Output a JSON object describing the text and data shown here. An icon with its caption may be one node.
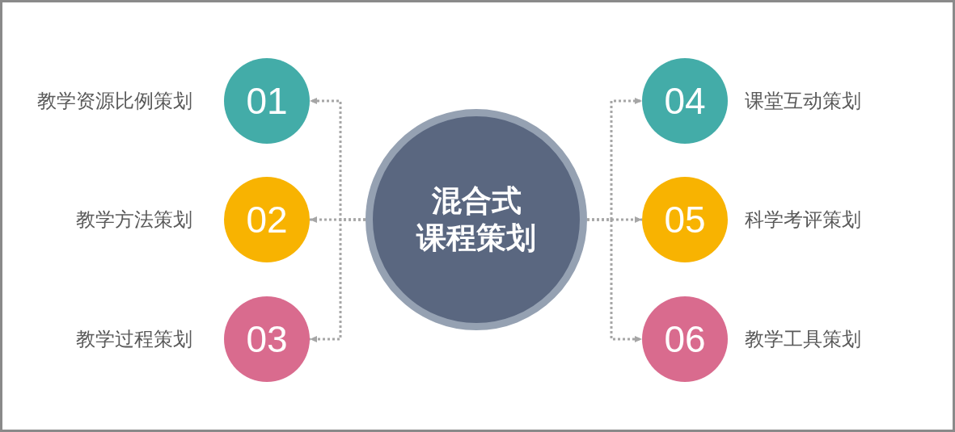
{
  "diagram": {
    "nodes": [
      {
        "text": [
          "混合式课程策划"
        ]
      },
      {
        "text": [
          "01"
        ],
        "beside": [
          "教学资源比例策划"
        ]
      },
      {
        "text": [
          "02"
        ],
        "beside": [
          "教学方法策划"
        ]
      },
      {
        "text": [
          "03"
        ],
        "beside": [
          "教学过程策划"
        ]
      },
      {
        "text": [
          "04"
        ],
        "beside": [
          "课堂互动策划"
        ]
      },
      {
        "text": [
          "05"
        ],
        "beside": [
          "科学考评策划"
        ]
      },
      {
        "text": [
          "06"
        ],
        "beside": [
          "教学工具策划"
        ]
      }
    ],
    "edges": [
      {
        "from": 0,
        "to": 1,
        "arrow": "to",
        "style": "dashed"
      },
      {
        "from": 0,
        "to": 2,
        "arrow": "to",
        "style": "dashed"
      },
      {
        "from": 0,
        "to": 3,
        "arrow": "to",
        "style": "dashed"
      },
      {
        "from": 0,
        "to": 4,
        "arrow": "to",
        "style": "dashed"
      },
      {
        "from": 0,
        "to": 5,
        "arrow": "to",
        "style": "dashed"
      },
      {
        "from": 0,
        "to": 6,
        "arrow": "to",
        "style": "dashed"
      }
    ]
  }
}
